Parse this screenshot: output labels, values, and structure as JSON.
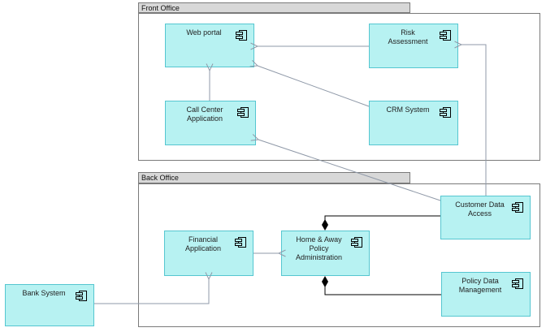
{
  "diagram": {
    "type": "archimate-application-diagram",
    "groups": [
      {
        "id": "front-office",
        "label": "Front Office"
      },
      {
        "id": "back-office",
        "label": "Back Office"
      }
    ],
    "nodes": [
      {
        "id": "web-portal",
        "label": "Web portal",
        "icon": "component-icon",
        "group": "Front Office"
      },
      {
        "id": "risk-assessment",
        "label": "Risk\nAssessment",
        "icon": "component-icon",
        "group": "Front Office"
      },
      {
        "id": "call-center-app",
        "label": "Call Center\nApplication",
        "icon": "component-icon",
        "group": "Front Office"
      },
      {
        "id": "crm-system",
        "label": "CRM System",
        "icon": "component-icon",
        "group": "Front Office"
      },
      {
        "id": "customer-data-access",
        "label": "Customer Data\nAccess",
        "icon": "component-icon",
        "group": "Back Office"
      },
      {
        "id": "financial-app",
        "label": "Financial\nApplication",
        "icon": "component-icon",
        "group": "Back Office"
      },
      {
        "id": "home-away-policy",
        "label": "Home & Away\nPolicy\nAdministration",
        "icon": "component-icon",
        "group": "Back Office"
      },
      {
        "id": "policy-data-mgmt",
        "label": "Policy Data\nManagement",
        "icon": "component-icon",
        "group": "Back Office"
      },
      {
        "id": "bank-system",
        "label": "Bank System",
        "icon": "component-icon",
        "group": null
      }
    ],
    "relations": [
      {
        "from": "risk-assessment",
        "to": "web-portal",
        "type": "arrow-open"
      },
      {
        "from": "crm-system",
        "to": "web-portal",
        "type": "arrow-open"
      },
      {
        "from": "call-center-app",
        "to": "web-portal",
        "type": "arrow-open"
      },
      {
        "from": "customer-data-access",
        "to": "call-center-app",
        "type": "arrow-open"
      },
      {
        "from": "customer-data-access",
        "to": "risk-assessment",
        "type": "arrow-open"
      },
      {
        "from": "financial-app",
        "to": "home-away-policy",
        "type": "arrow-open"
      },
      {
        "from": "bank-system",
        "to": "financial-app",
        "type": "arrow-open"
      },
      {
        "from": "home-away-policy",
        "to": "customer-data-access",
        "type": "composition-diamond"
      },
      {
        "from": "home-away-policy",
        "to": "policy-data-mgmt",
        "type": "composition-diamond"
      }
    ],
    "colors": {
      "node_fill": "#b7f2f2",
      "node_border": "#55c6d0",
      "group_header_fill": "#d8d8d8",
      "group_border": "#7a7a7a",
      "relation_line": "#8f99a8",
      "composition_line": "#000000",
      "text": "#222222"
    }
  }
}
